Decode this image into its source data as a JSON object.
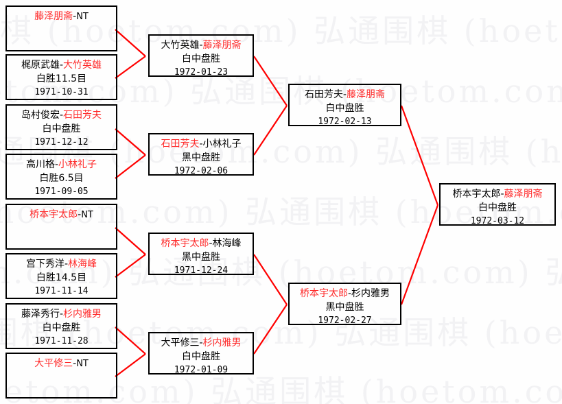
{
  "watermark": {
    "text": "弘通围棋 (hoetom.com) 弘通围棋 (hoetom.com)",
    "color": "#f2f2f4"
  },
  "colors": {
    "box_border": "#000000",
    "connector": "#ff0000",
    "winner_text": "#ff2b2b",
    "normal_text": "#000000",
    "background": "#fefefe"
  },
  "bracket": {
    "round1": [
      {
        "left": "藤泽朋斋",
        "sep": "-",
        "right": "NT",
        "winner": "left",
        "result": "",
        "date": "",
        "bye": true
      },
      {
        "left": "梶原武雄",
        "sep": "-",
        "right": "大竹英雄",
        "winner": "right",
        "result": "白胜11.5目",
        "date": "1971-10-31",
        "bye": false
      },
      {
        "left": "岛村俊宏",
        "sep": "-",
        "right": "石田芳夫",
        "winner": "right",
        "result": "白中盘胜",
        "date": "1971-12-12",
        "bye": false
      },
      {
        "left": "高川格",
        "sep": "-",
        "right": "小林礼子",
        "winner": "right",
        "result": "白胜6.5目",
        "date": "1971-09-05",
        "bye": false
      },
      {
        "left": "桥本宇太郎",
        "sep": "-",
        "right": "NT",
        "winner": "left",
        "result": "",
        "date": "",
        "bye": true
      },
      {
        "left": "宫下秀洋",
        "sep": "-",
        "right": "林海峰",
        "winner": "right",
        "result": "白胜14.5目",
        "date": "1971-11-14",
        "bye": false
      },
      {
        "left": "藤泽秀行",
        "sep": "-",
        "right": "杉内雅男",
        "winner": "right",
        "result": "白中盘胜",
        "date": "1971-11-28",
        "bye": false
      },
      {
        "left": "大平修三",
        "sep": "-",
        "right": "NT",
        "winner": "left",
        "result": "",
        "date": "",
        "bye": true
      }
    ],
    "round2": [
      {
        "left": "大竹英雄",
        "sep": "-",
        "right": "藤泽朋斋",
        "winner": "right",
        "result": "白中盘胜",
        "date": "1972-01-23",
        "bye": false
      },
      {
        "left": "石田芳夫",
        "sep": "-",
        "right": "小林礼子",
        "winner": "left",
        "result": "黑中盘胜",
        "date": "1972-02-06",
        "bye": false
      },
      {
        "left": "桥本宇太郎",
        "sep": "-",
        "right": "林海峰",
        "winner": "left",
        "result": "黑中盘胜",
        "date": "1971-12-24",
        "bye": false
      },
      {
        "left": "大平修三",
        "sep": "-",
        "right": "杉内雅男",
        "winner": "right",
        "result": "白中盘胜",
        "date": "1972-01-09",
        "bye": false
      }
    ],
    "round3": [
      {
        "left": "石田芳夫",
        "sep": "-",
        "right": "藤泽朋斋",
        "winner": "right",
        "result": "白中盘胜",
        "date": "1972-02-13",
        "bye": false
      },
      {
        "left": "桥本宇太郎",
        "sep": "-",
        "right": "杉内雅男",
        "winner": "left",
        "result": "黑中盘胜",
        "date": "1972-02-27",
        "bye": false
      }
    ],
    "round4": [
      {
        "left": "桥本宇太郎",
        "sep": "-",
        "right": "藤泽朋斋",
        "winner": "right",
        "result": "白中盘胜",
        "date": "1972-03-12",
        "bye": false
      }
    ]
  }
}
